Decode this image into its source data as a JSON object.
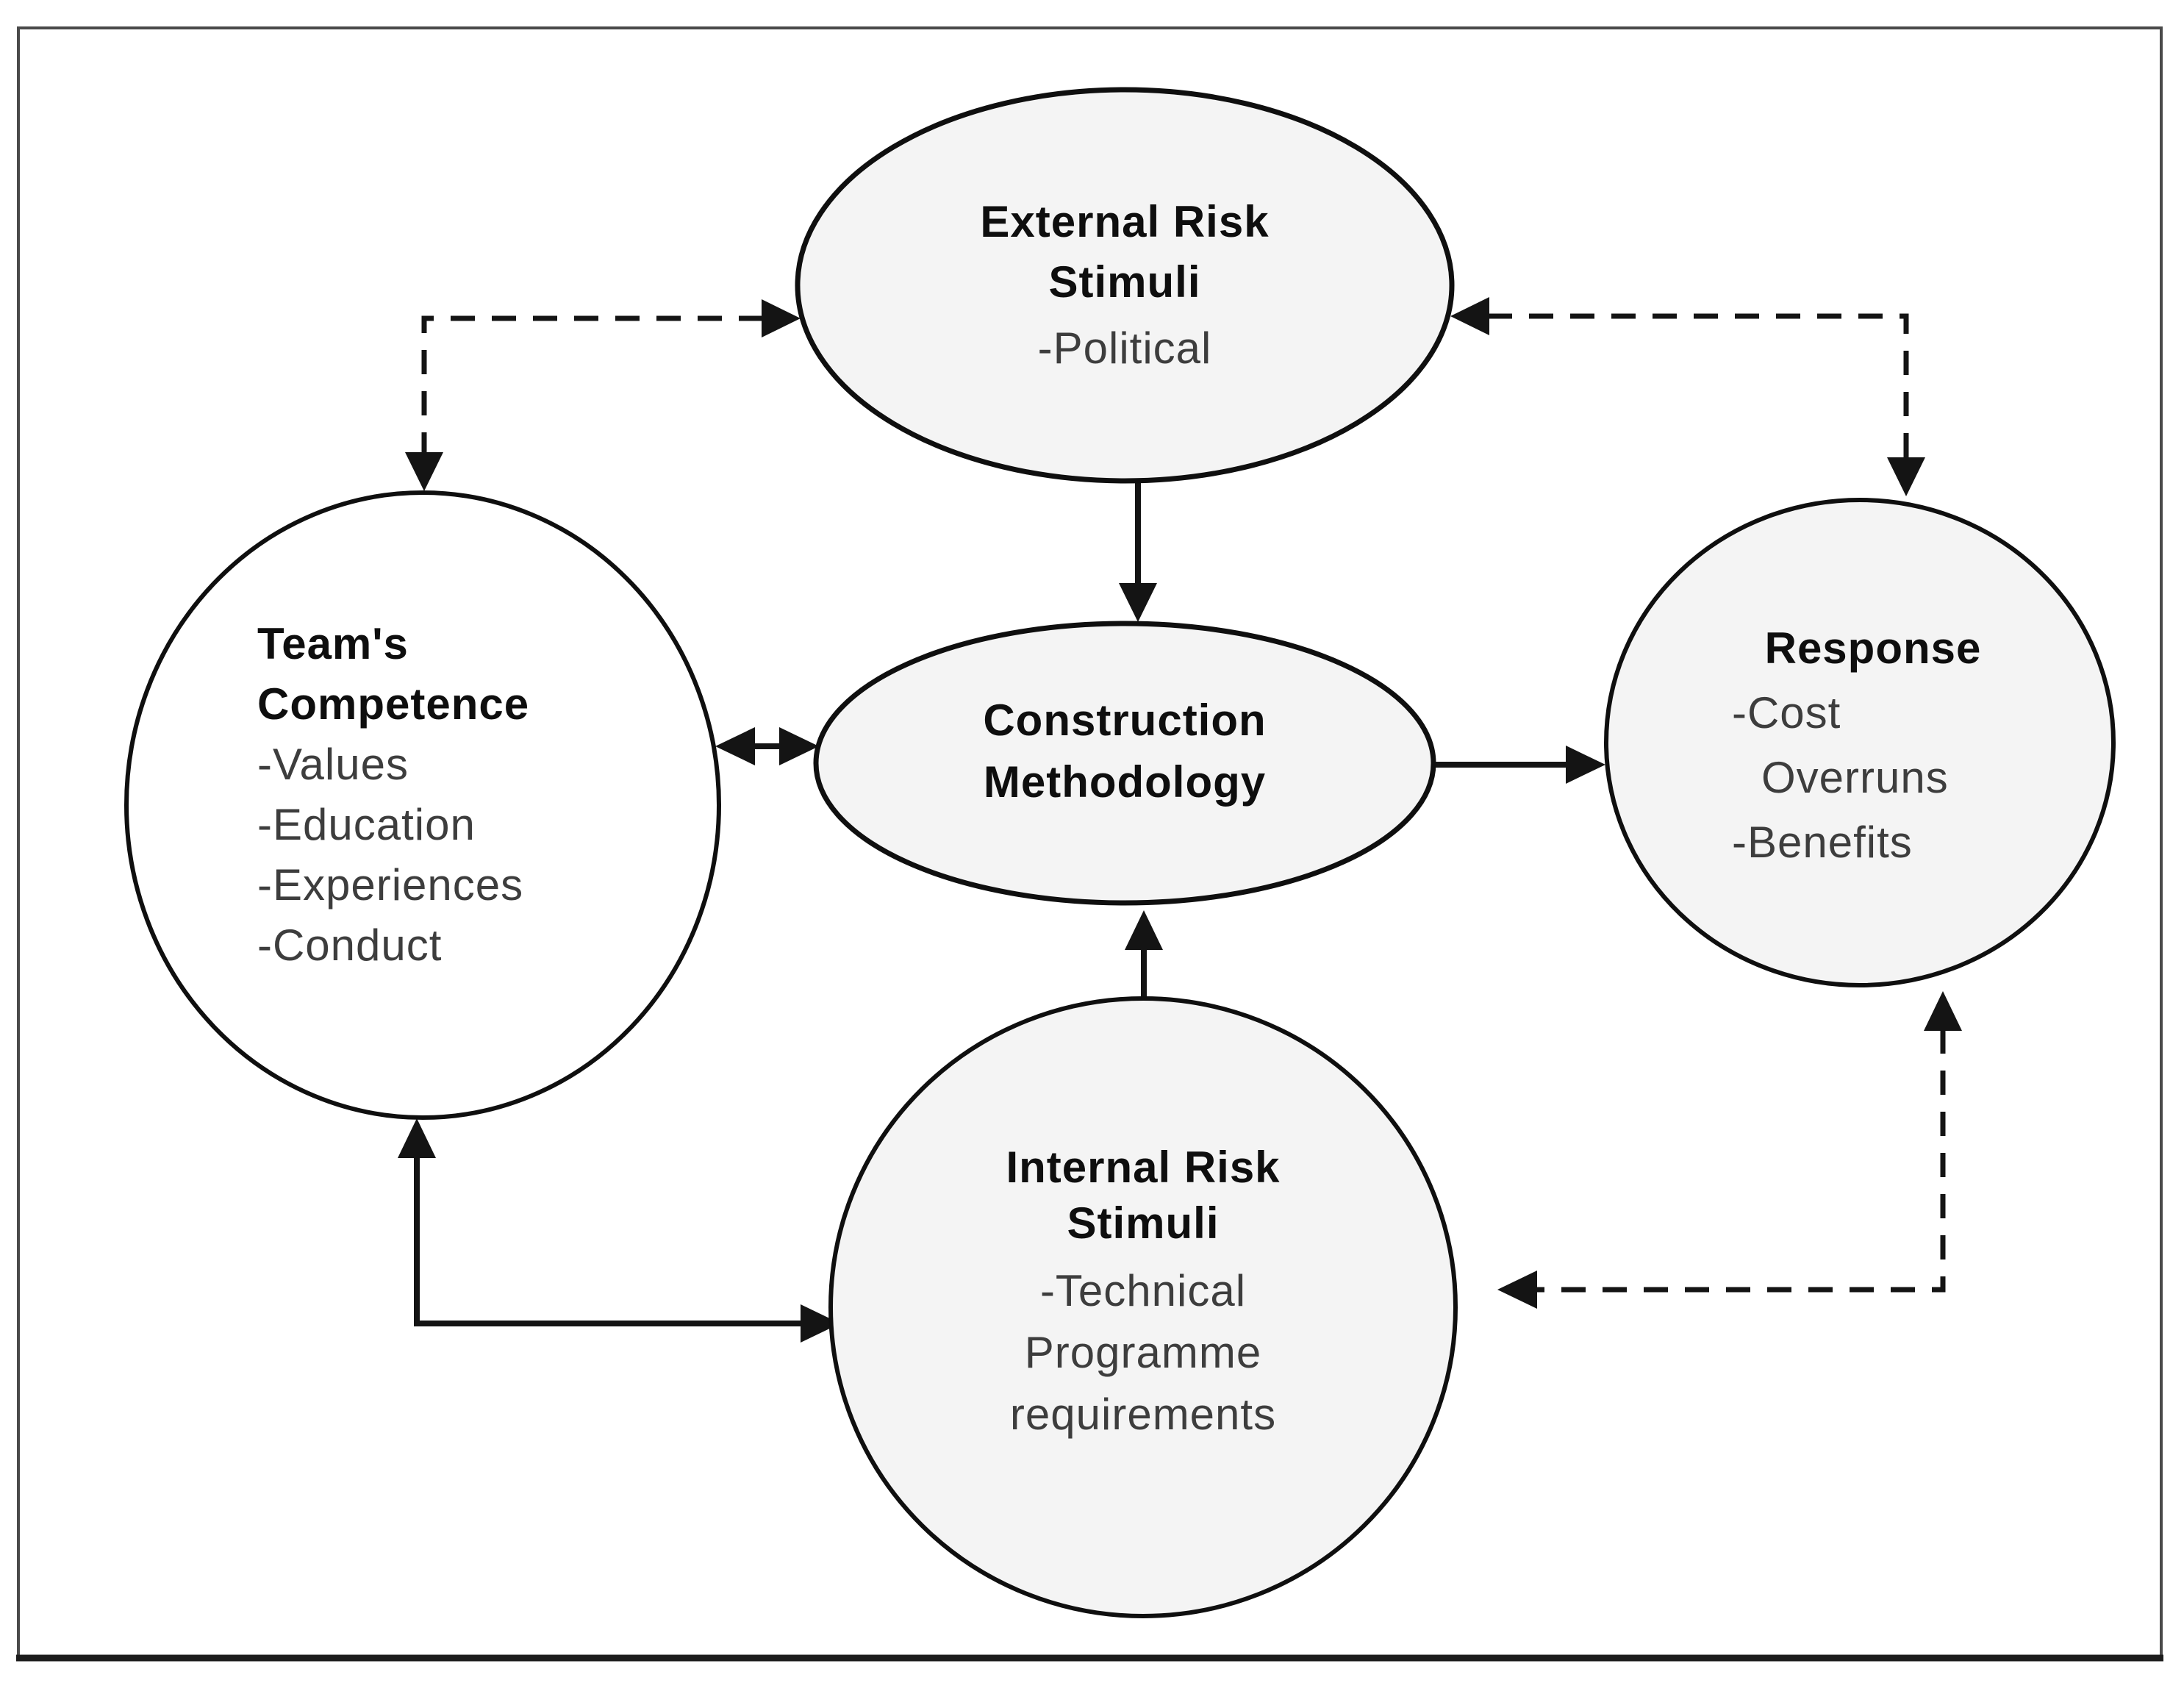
{
  "diagram": {
    "nodes": {
      "external_risk": {
        "title_lines": [
          "External Risk",
          "Stimuli"
        ],
        "items": [
          "-Political"
        ],
        "fill": "#f4f4f4"
      },
      "teams_competence": {
        "title_lines": [
          "Team's",
          "Competence"
        ],
        "items": [
          "-Values",
          "-Education",
          "-Experiences",
          "-Conduct"
        ],
        "fill": "#ffffff"
      },
      "construction_methodology": {
        "title_lines": [
          "Construction",
          "Methodology"
        ],
        "items": [],
        "fill": "#f4f4f4"
      },
      "response": {
        "title_lines": [
          "Response"
        ],
        "items": [
          "-Cost",
          "Overruns",
          "-Benefits"
        ],
        "fill": "#f4f4f4"
      },
      "internal_risk": {
        "title_lines": [
          "Internal Risk",
          "Stimuli"
        ],
        "items": [
          "-Technical",
          "Programme",
          "requirements"
        ],
        "fill": "#f4f4f4"
      }
    },
    "edges": [
      {
        "from": "teams_competence",
        "to": "external_risk",
        "style": "dashed",
        "bidirectional": true
      },
      {
        "from": "response",
        "to": "external_risk",
        "style": "dashed",
        "bidirectional": true
      },
      {
        "from": "external_risk",
        "to": "construction_methodology",
        "style": "solid",
        "bidirectional": false
      },
      {
        "from": "teams_competence",
        "to": "construction_methodology",
        "style": "solid",
        "bidirectional": true
      },
      {
        "from": "construction_methodology",
        "to": "response",
        "style": "solid",
        "bidirectional": false
      },
      {
        "from": "internal_risk",
        "to": "construction_methodology",
        "style": "solid",
        "bidirectional": false
      },
      {
        "from": "teams_competence",
        "to": "internal_risk",
        "style": "solid",
        "bidirectional": true
      },
      {
        "from": "response",
        "to": "internal_risk",
        "style": "dashed",
        "bidirectional": true
      }
    ],
    "colors": {
      "line": "#141414",
      "node_stroke": "#0f0f0f",
      "title_text": "#0e0e0e",
      "item_text": "#3d3d3d",
      "node_fill_gray": "#f4f4f4",
      "node_fill_white": "#ffffff",
      "border": "#4a4a4a"
    }
  }
}
